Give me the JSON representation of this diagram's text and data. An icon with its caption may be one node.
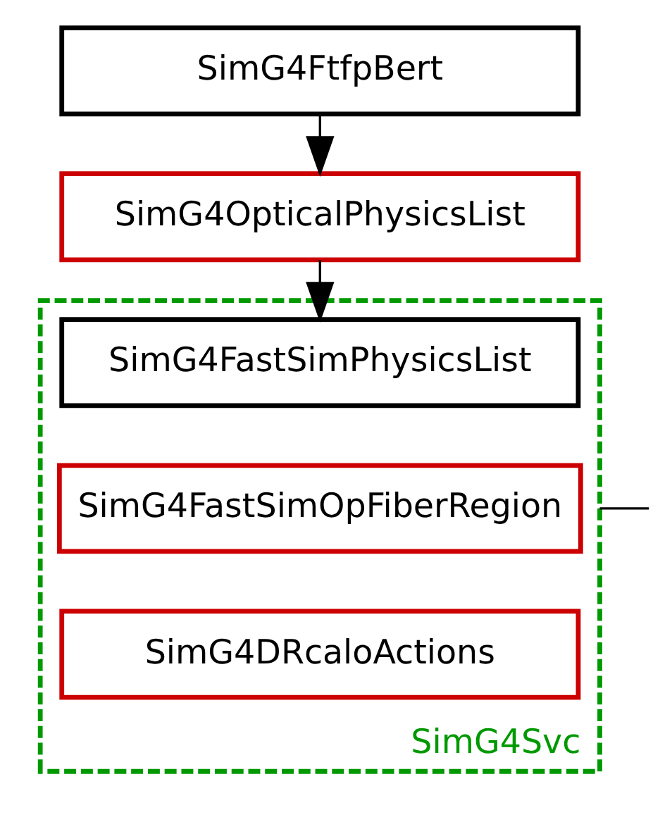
{
  "diagram": {
    "nodes": [
      {
        "text": [
          "SimG4FtfpBert"
        ]
      },
      {
        "text": [
          "SimG4OpticalPhysicsList"
        ]
      },
      {
        "text": [
          "SimG4Svc"
        ]
      },
      {
        "text": [
          "SimG4FastSimPhysicsList"
        ],
        "in": 2
      },
      {
        "text": [
          "SimG4FastSimOpFiberRegion"
        ],
        "in": 2
      },
      {
        "text": [
          "SimG4DRcaloActions"
        ],
        "in": 2
      }
    ],
    "edges": [
      {
        "from": 0,
        "to": 1,
        "arrow": "to"
      },
      {
        "from": 1,
        "to": 3,
        "arrow": "to"
      },
      {
        "from": null,
        "to": 2,
        "arrow": "none"
      }
    ]
  }
}
